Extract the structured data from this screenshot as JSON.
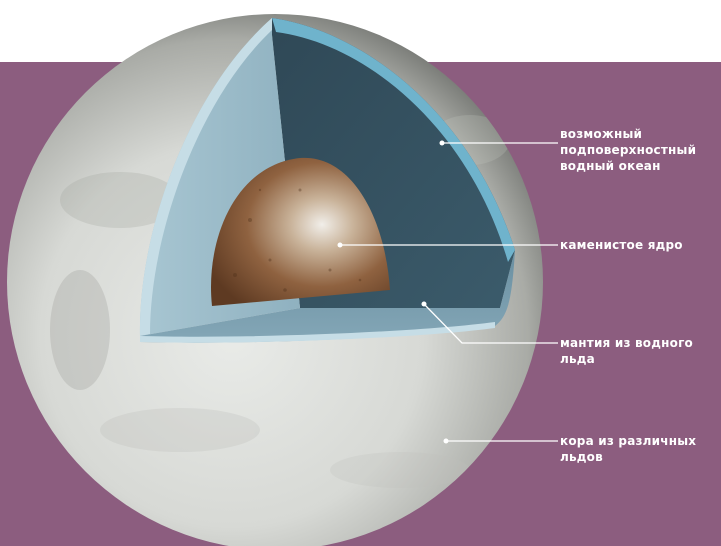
{
  "labels": {
    "ocean": [
      "возможный",
      "подповерхностный",
      "водный океан"
    ],
    "core": [
      "каменистое ядро"
    ],
    "mantle": [
      "мантия из водного",
      "льда"
    ],
    "crust": [
      "кора из различных",
      "льдов"
    ]
  },
  "colors": {
    "background_band": "#8c5d7f",
    "text": "#ffffff",
    "crust": "#d9dad6",
    "ocean": "#314d5c",
    "ocean_edge": "#6fb3cc",
    "mantle": "#96b6c4",
    "core": "#8a5c3a"
  }
}
